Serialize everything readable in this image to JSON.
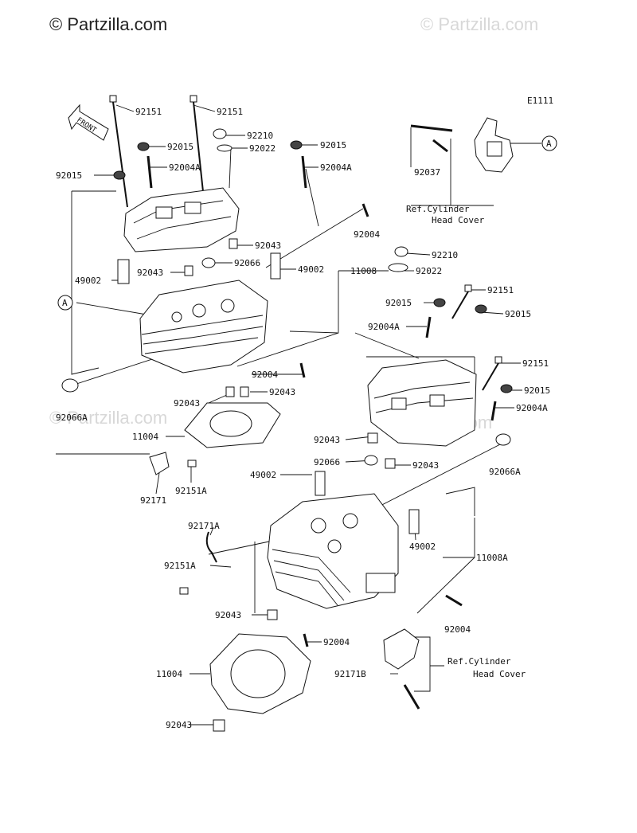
{
  "watermark": {
    "main": "© Partzilla.com",
    "faint": "© Partzilla.com"
  },
  "diagram_code": "E1111",
  "front_label": "FRONT",
  "circle_ref": "A",
  "labels": {
    "p92151_a": "92151",
    "p92151_b": "92151",
    "p92210_a": "92210",
    "p92015_a": "92015",
    "p92022_a": "92022",
    "p92015_b": "92015",
    "p92004A_a": "92004A",
    "p92004A_b": "92004A",
    "p92015_c": "92015",
    "p92037": "92037",
    "p92004_a": "92004",
    "p92043_a": "92043",
    "p92066_a": "92066",
    "p92043_b": "92043",
    "p49002_a": "49002",
    "p49002_b": "49002",
    "p11008": "11008",
    "p92210_b": "92210",
    "p92022_b": "92022",
    "p92151_c": "92151",
    "p92015_d": "92015",
    "p92015_e": "92015",
    "p92004A_c": "92004A",
    "p92004_b": "92004",
    "p92151_d": "92151",
    "p92043_c": "92043",
    "p92043_d": "92043",
    "p92015_f": "92015",
    "p92004A_d": "92004A",
    "p92066A_a": "92066A",
    "p11004_a": "11004",
    "p92043_e": "92043",
    "p92066_b": "92066",
    "p92043_f": "92043",
    "p92066A_b": "92066A",
    "p92171": "92171",
    "p92151A_a": "92151A",
    "p49002_c": "49002",
    "p92171A": "92171A",
    "p49002_d": "49002",
    "p11008A": "11008A",
    "p92151A_b": "92151A",
    "p92043_g": "92043",
    "p92004_c": "92004",
    "p92004_d": "92004",
    "p11004_b": "11004",
    "p92171B": "92171B",
    "p92043_h": "92043"
  },
  "ref_notes": {
    "ref1_line1": "Ref.Cylinder",
    "ref1_line2": "Head Cover",
    "ref2_line1": "Ref.Cylinder",
    "ref2_line2": "Head Cover"
  }
}
